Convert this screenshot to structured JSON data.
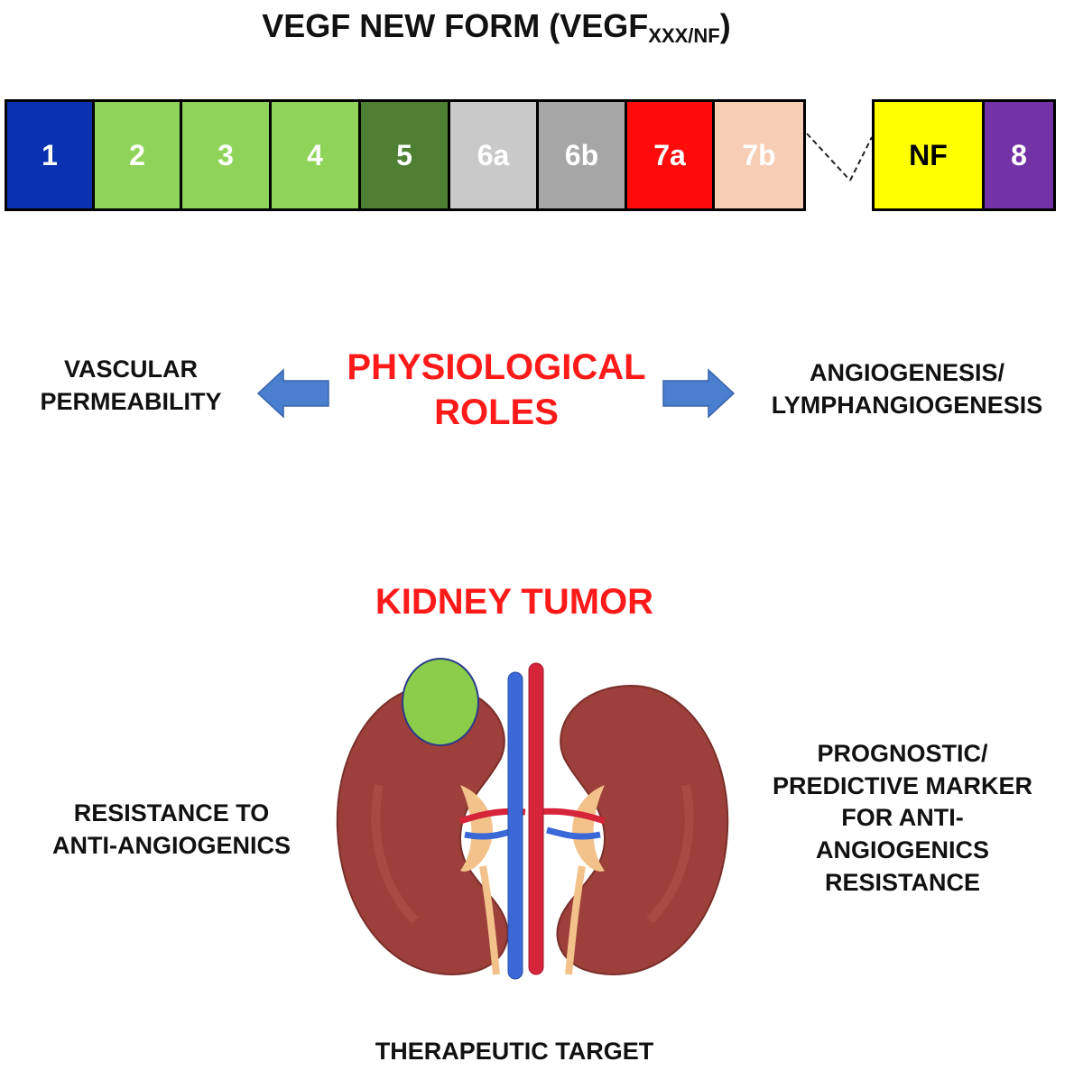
{
  "title": {
    "main": "VEGF NEW FORM (VEGF",
    "subscript": "XXX/NF",
    "close": ")"
  },
  "exons": [
    {
      "label": "1",
      "color": "#0a31b0",
      "text_color": "#ffffff"
    },
    {
      "label": "2",
      "color": "#8fd35a",
      "text_color": "#ffffff"
    },
    {
      "label": "3",
      "color": "#8fd35a",
      "text_color": "#ffffff"
    },
    {
      "label": "4",
      "color": "#8fd35a",
      "text_color": "#ffffff"
    },
    {
      "label": "5",
      "color": "#4f7f33",
      "text_color": "#ffffff"
    },
    {
      "label": "6a",
      "color": "#c9c9c9",
      "text_color": "#ffffff"
    },
    {
      "label": "6b",
      "color": "#a6a6a6",
      "text_color": "#ffffff"
    },
    {
      "label": "7a",
      "color": "#ff0b0b",
      "text_color": "#ffffff"
    },
    {
      "label": "7b",
      "color": "#f7cdb4",
      "text_color": "#ffffff"
    },
    {
      "label": "NF",
      "color": "#ffff00",
      "text_color": "#000000"
    },
    {
      "label": "8",
      "color": "#7332a6",
      "text_color": "#ffffff"
    }
  ],
  "physiological": {
    "title_line1": "PHYSIOLOGICAL",
    "title_line2": "ROLES",
    "left_line1": "VASCULAR",
    "left_line2": "PERMEABILITY",
    "right_line1": "ANGIOGENESIS/",
    "right_line2": "LYMPHANGIOGENESIS",
    "arrow_color": "#4a7fcf"
  },
  "kidney": {
    "title": "KIDNEY TUMOR",
    "left_line1": "RESISTANCE TO",
    "left_line2": "ANTI-ANGIOGENICS",
    "right_line1": "PROGNOSTIC/",
    "right_line2": "PREDICTIVE MARKER",
    "right_line3": "FOR ANTI-",
    "right_line4": "ANGIOGENICS",
    "right_line5": "RESISTANCE",
    "bottom": "THERAPEUTIC TARGET",
    "kidney_color": "#9d3f3a",
    "tumor_color": "#8bcd4b"
  }
}
